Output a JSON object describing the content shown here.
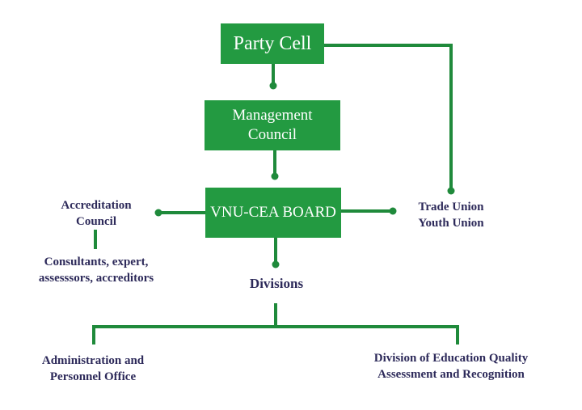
{
  "colors": {
    "box_fill": "#239a41",
    "line": "#1f8a3b",
    "label_text": "#2d2a5a",
    "box_text": "#ffffff"
  },
  "nodes": {
    "party_cell": "Party Cell",
    "management_council": [
      "Management",
      "Council"
    ],
    "board": "VNU-CEA BOARD",
    "accreditation_council": [
      "Accreditation",
      "Council"
    ],
    "consultants": [
      "Consultants, expert,",
      "assesssors, accreditors"
    ],
    "unions": [
      "Trade Union",
      "Youth Union"
    ],
    "divisions": "Divisions",
    "admin_office": [
      "Administration and",
      "Personnel Office"
    ],
    "quality_division": [
      "Division of Education Quality",
      "Assessment and Recognition"
    ]
  }
}
